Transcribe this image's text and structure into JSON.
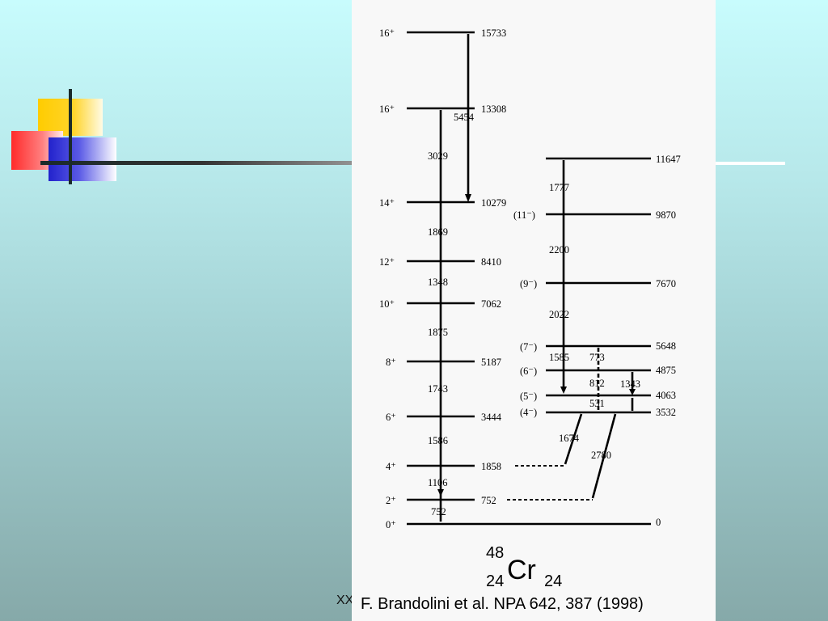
{
  "levels_left": [
    {
      "spin": "16⁺",
      "energy": "15733"
    },
    {
      "spin": "16⁺",
      "energy": "13308"
    },
    {
      "spin": "14⁺",
      "energy": "10279"
    },
    {
      "spin": "12⁺",
      "energy": "8410"
    },
    {
      "spin": "10⁺",
      "energy": "7062"
    },
    {
      "spin": "8⁺",
      "energy": "5187"
    },
    {
      "spin": "6⁺",
      "energy": "3444"
    },
    {
      "spin": "4⁺",
      "energy": "1858"
    },
    {
      "spin": "2⁺",
      "energy": "752"
    },
    {
      "spin": "0⁺",
      "energy": "0"
    }
  ],
  "levels_right": [
    {
      "spin": "",
      "energy": "11647"
    },
    {
      "spin": "(11⁻)",
      "energy": "9870"
    },
    {
      "spin": "(9⁻)",
      "energy": "7670"
    },
    {
      "spin": "(7⁻)",
      "energy": "5648"
    },
    {
      "spin": "(6⁻)",
      "energy": "4875"
    },
    {
      "spin": "(5⁻)",
      "energy": "4063"
    },
    {
      "spin": "(4⁻)",
      "energy": "3532"
    }
  ],
  "transitions": [
    "5454",
    "3029",
    "1869",
    "1348",
    "1875",
    "1743",
    "1586",
    "1106",
    "752",
    "1777",
    "2200",
    "2022",
    "1585",
    "773",
    "812",
    "1343",
    "531",
    "1674",
    "2780"
  ],
  "nucleus": {
    "mass": "48",
    "atomic": "24",
    "symbol": "Cr",
    "neutrons": "24"
  },
  "caption_left": "XX",
  "caption": "F. Brandolini et al. NPA 642, 387 (1998)"
}
